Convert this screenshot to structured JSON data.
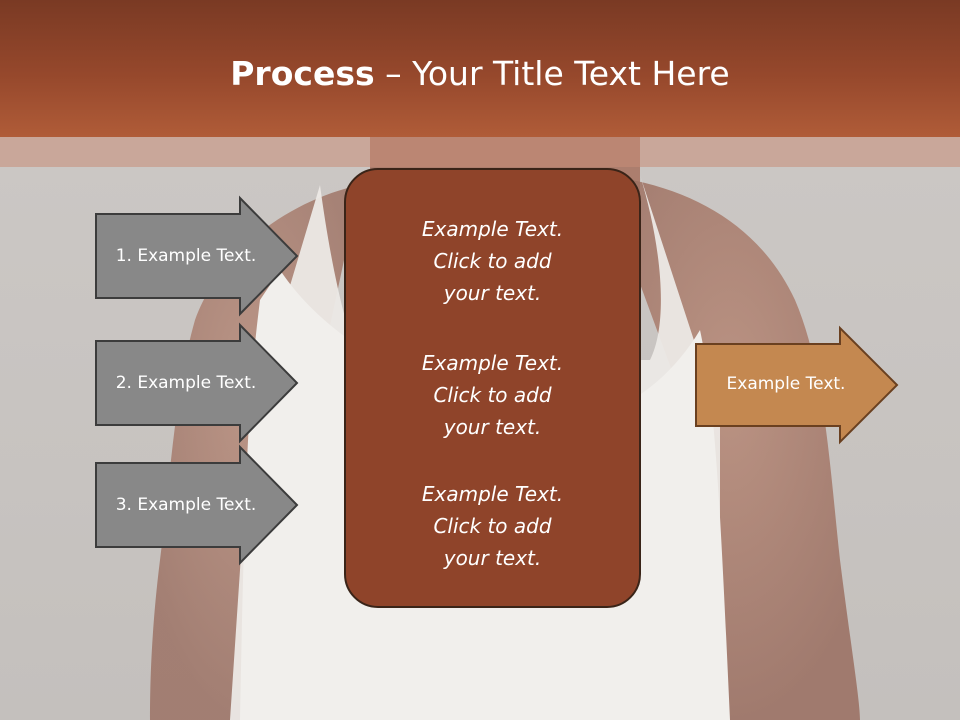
{
  "title": {
    "bold": "Process",
    "rest": " – Your Title Text Here"
  },
  "left_arrows": [
    {
      "label": "1. Example Text."
    },
    {
      "label": "2. Example Text."
    },
    {
      "label": "3. Example Text."
    }
  ],
  "center_blocks": [
    {
      "line1": "Example Text.",
      "line2": "Click  to add",
      "line3": "your text."
    },
    {
      "line1": "Example Text.",
      "line2": "Click  to add",
      "line3": "your text."
    },
    {
      "line1": "Example Text.",
      "line2": "Click  to add",
      "line3": "your text."
    }
  ],
  "right_arrow": {
    "label": "Example Text."
  },
  "colors": {
    "header": "#96482c",
    "center_box": "#8f442a",
    "left_arrow_fill": "#888888",
    "right_arrow_fill": "#c48850"
  }
}
